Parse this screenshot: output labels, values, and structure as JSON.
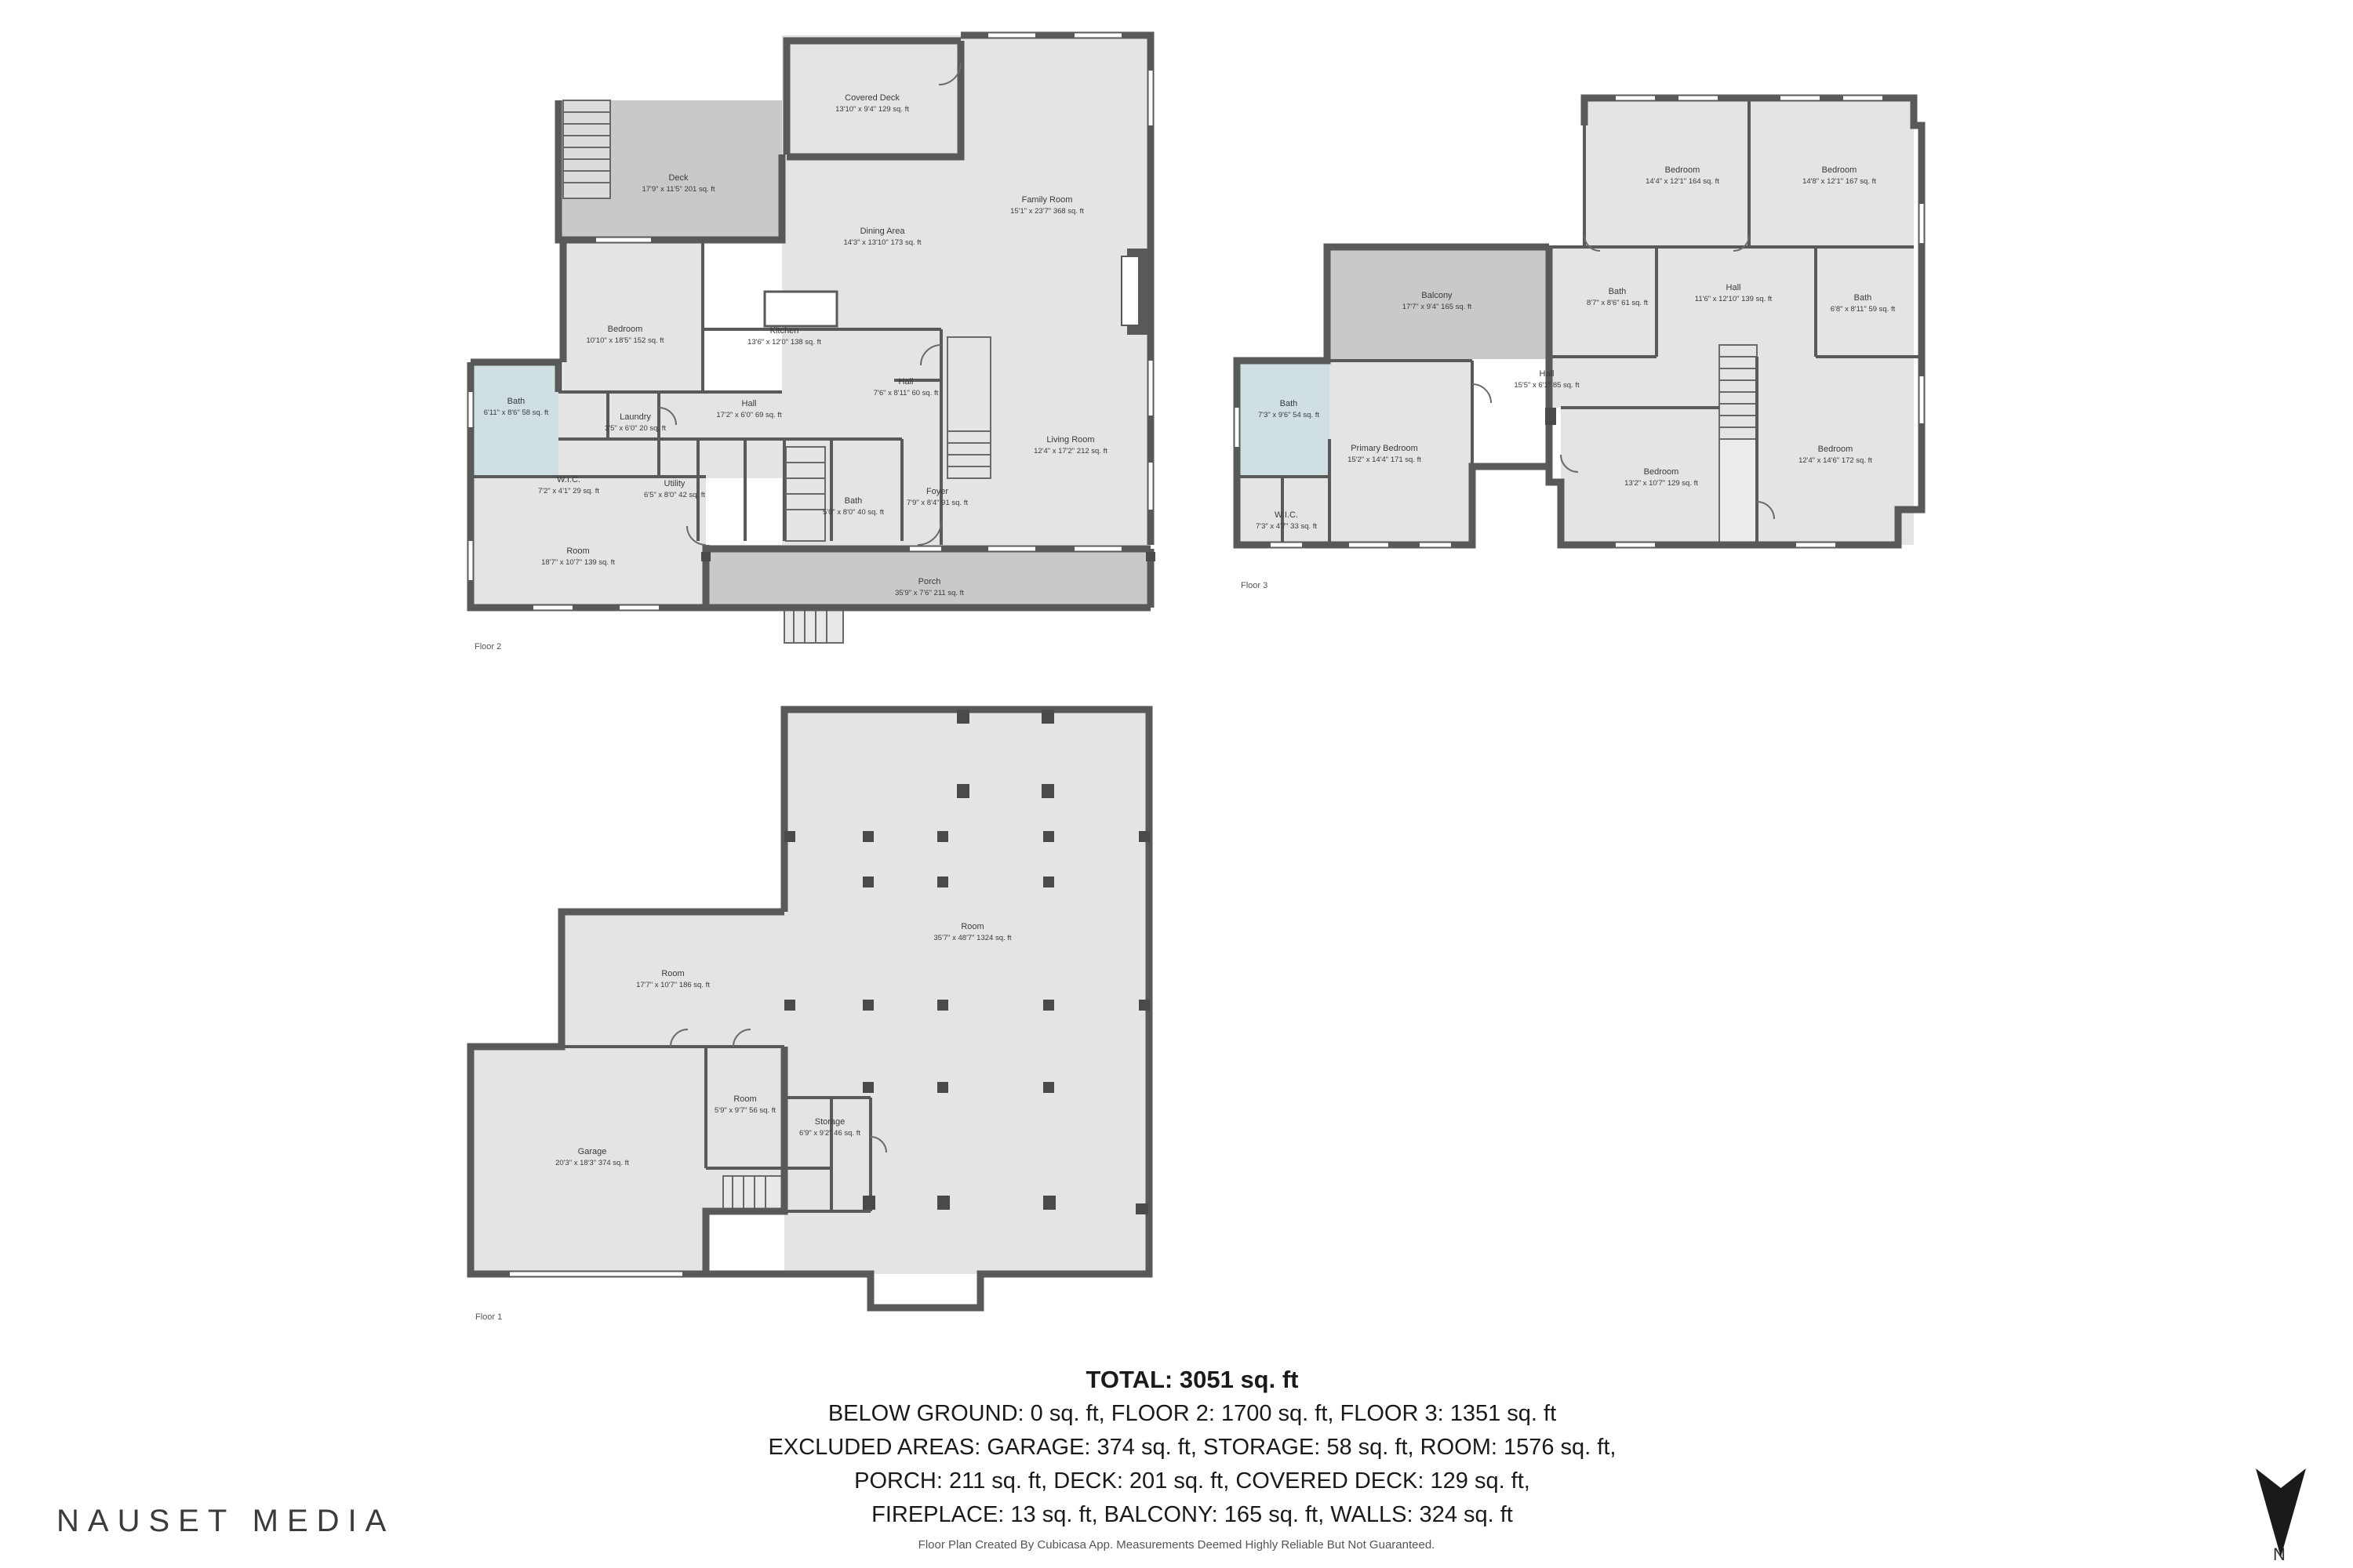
{
  "floors": [
    {
      "label": "Floor 2",
      "rooms": [
        {
          "name": "Deck",
          "dims": "17'9\" x 11'5\" 201 sq. ft"
        },
        {
          "name": "Covered Deck",
          "dims": "13'10\" x 9'4\" 129 sq. ft"
        },
        {
          "name": "Family Room",
          "dims": "15'1\" x 23'7\" 368 sq. ft"
        },
        {
          "name": "Dining Area",
          "dims": "14'3\" x 13'10\" 173 sq. ft"
        },
        {
          "name": "Bedroom",
          "dims": "10'10\" x 18'5\" 152 sq. ft"
        },
        {
          "name": "Kitchen",
          "dims": "13'6\" x 12'0\" 138 sq. ft"
        },
        {
          "name": "Hall",
          "dims": "7'6\" x 8'11\" 60 sq. ft"
        },
        {
          "name": "Bath",
          "dims": "6'11\" x 8'6\" 58 sq. ft"
        },
        {
          "name": "Laundry",
          "dims": "3'5\" x 6'0\" 20 sq. ft"
        },
        {
          "name": "Hall",
          "dims": "17'2\" x 6'0\" 69 sq. ft"
        },
        {
          "name": "Living Room",
          "dims": "12'4\" x 17'2\" 212 sq. ft"
        },
        {
          "name": "W.I.C.",
          "dims": "7'2\" x 4'1\" 29 sq. ft"
        },
        {
          "name": "Utility",
          "dims": "6'5\" x 8'0\" 42 sq. ft"
        },
        {
          "name": "Bath",
          "dims": "5'0\" x 8'0\" 40 sq. ft"
        },
        {
          "name": "Foyer",
          "dims": "7'9\" x 8'4\" 91 sq. ft"
        },
        {
          "name": "Room",
          "dims": "18'7\" x 10'7\" 139 sq. ft"
        },
        {
          "name": "Porch",
          "dims": "35'9\" x 7'6\" 211 sq. ft"
        }
      ]
    },
    {
      "label": "Floor 3",
      "rooms": [
        {
          "name": "Bedroom",
          "dims": "14'4\" x 12'1\" 164 sq. ft"
        },
        {
          "name": "Bedroom",
          "dims": "14'8\" x 12'1\" 167 sq. ft"
        },
        {
          "name": "Balcony",
          "dims": "17'7\" x 9'4\" 165 sq. ft"
        },
        {
          "name": "Bath",
          "dims": "8'7\" x 8'6\" 61 sq. ft"
        },
        {
          "name": "Hall",
          "dims": "11'6\" x 12'10\" 139 sq. ft"
        },
        {
          "name": "Bath",
          "dims": "6'8\" x 8'11\" 59 sq. ft"
        },
        {
          "name": "Hall",
          "dims": "15'5\" x 6'1\" 85 sq. ft"
        },
        {
          "name": "Bath",
          "dims": "7'3\" x 9'6\" 54 sq. ft"
        },
        {
          "name": "Primary Bedroom",
          "dims": "15'2\" x 14'4\" 171 sq. ft"
        },
        {
          "name": "Bedroom",
          "dims": "13'2\" x 10'7\" 129 sq. ft"
        },
        {
          "name": "Bedroom",
          "dims": "12'4\" x 14'6\" 172 sq. ft"
        },
        {
          "name": "W.I.C.",
          "dims": "7'3\" x 4'7\" 33 sq. ft"
        }
      ]
    },
    {
      "label": "Floor 1",
      "rooms": [
        {
          "name": "Room",
          "dims": "35'7\" x 48'7\" 1324 sq. ft"
        },
        {
          "name": "Room",
          "dims": "17'7\" x 10'7\" 186 sq. ft"
        },
        {
          "name": "Room",
          "dims": "5'9\" x 9'7\" 56 sq. ft"
        },
        {
          "name": "Storage",
          "dims": "6'9\" x 9'2\" 46 sq. ft"
        },
        {
          "name": "Garage",
          "dims": "20'3\" x 18'3\" 374 sq. ft"
        }
      ]
    }
  ],
  "totals": {
    "title": "TOTAL: 3051 sq. ft",
    "lines": [
      "BELOW GROUND: 0 sq. ft, FLOOR 2: 1700 sq. ft, FLOOR 3: 1351 sq. ft",
      "EXCLUDED AREAS: GARAGE: 374 sq. ft, STORAGE: 58 sq. ft, ROOM: 1576 sq. ft,",
      "PORCH: 211 sq. ft, DECK: 201 sq. ft, COVERED DECK: 129 sq. ft,",
      "FIREPLACE: 13 sq. ft, BALCONY: 165 sq. ft, WALLS: 324 sq. ft"
    ]
  },
  "brand": "NAUSET MEDIA",
  "disclaimer": "Floor Plan Created By Cubicasa App. Measurements Deemed Highly Reliable But Not Guaranteed.",
  "compass": {
    "label": "N",
    "icon": "north-arrow-icon"
  },
  "colors": {
    "wall": "#595959",
    "room_fill": "#e4e4e4",
    "exterior_fill": "#c9c9c9",
    "bath_fill": "#cfdfe3"
  }
}
